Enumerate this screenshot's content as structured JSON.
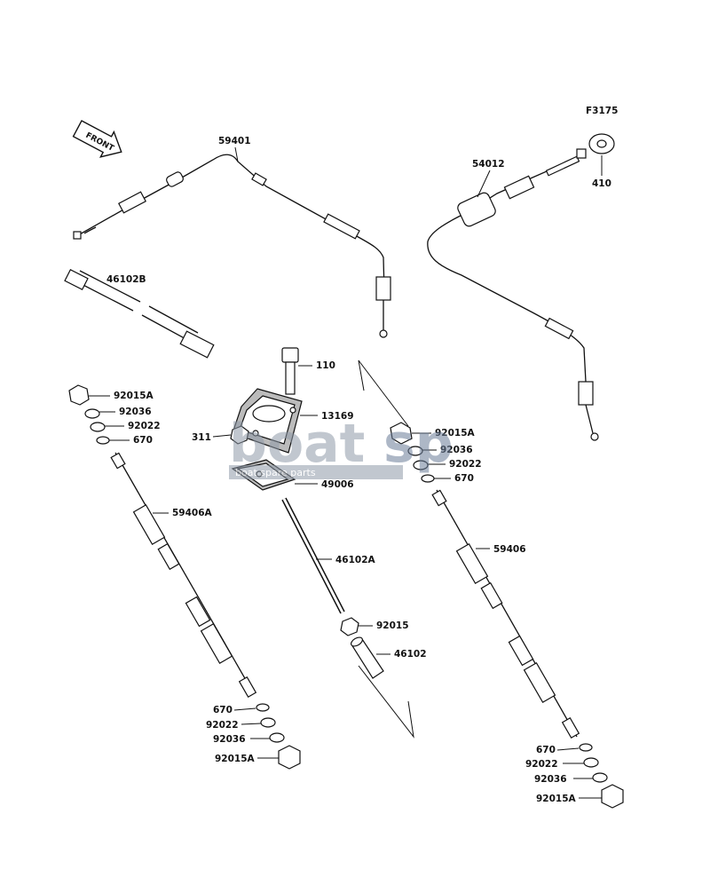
{
  "figure_code": "F3175",
  "front_label": "FRONT",
  "watermark": {
    "word_a": "boat",
    "word_b": "sp",
    "tagline": "boat spare parts"
  },
  "labels": {
    "l59401": "59401",
    "l54012": "54012",
    "l410": "410",
    "l46102b": "46102B",
    "l110": "110",
    "l13169": "13169",
    "l311": "311",
    "l49006": "49006",
    "l46102a": "46102A",
    "l92015": "92015",
    "l46102": "46102",
    "left_top_92015a": "92015A",
    "left_top_92036": "92036",
    "left_top_92022": "92022",
    "left_top_670": "670",
    "l59406a": "59406A",
    "left_bot_670": "670",
    "left_bot_92022": "92022",
    "left_bot_92036": "92036",
    "left_bot_92015a": "92015A",
    "right_top_92015a": "92015A",
    "right_top_92036": "92036",
    "right_top_92022": "92022",
    "right_top_670": "670",
    "l59406": "59406",
    "right_bot_670": "670",
    "right_bot_92022": "92022",
    "right_bot_92036": "92036",
    "right_bot_92015a": "92015A"
  }
}
